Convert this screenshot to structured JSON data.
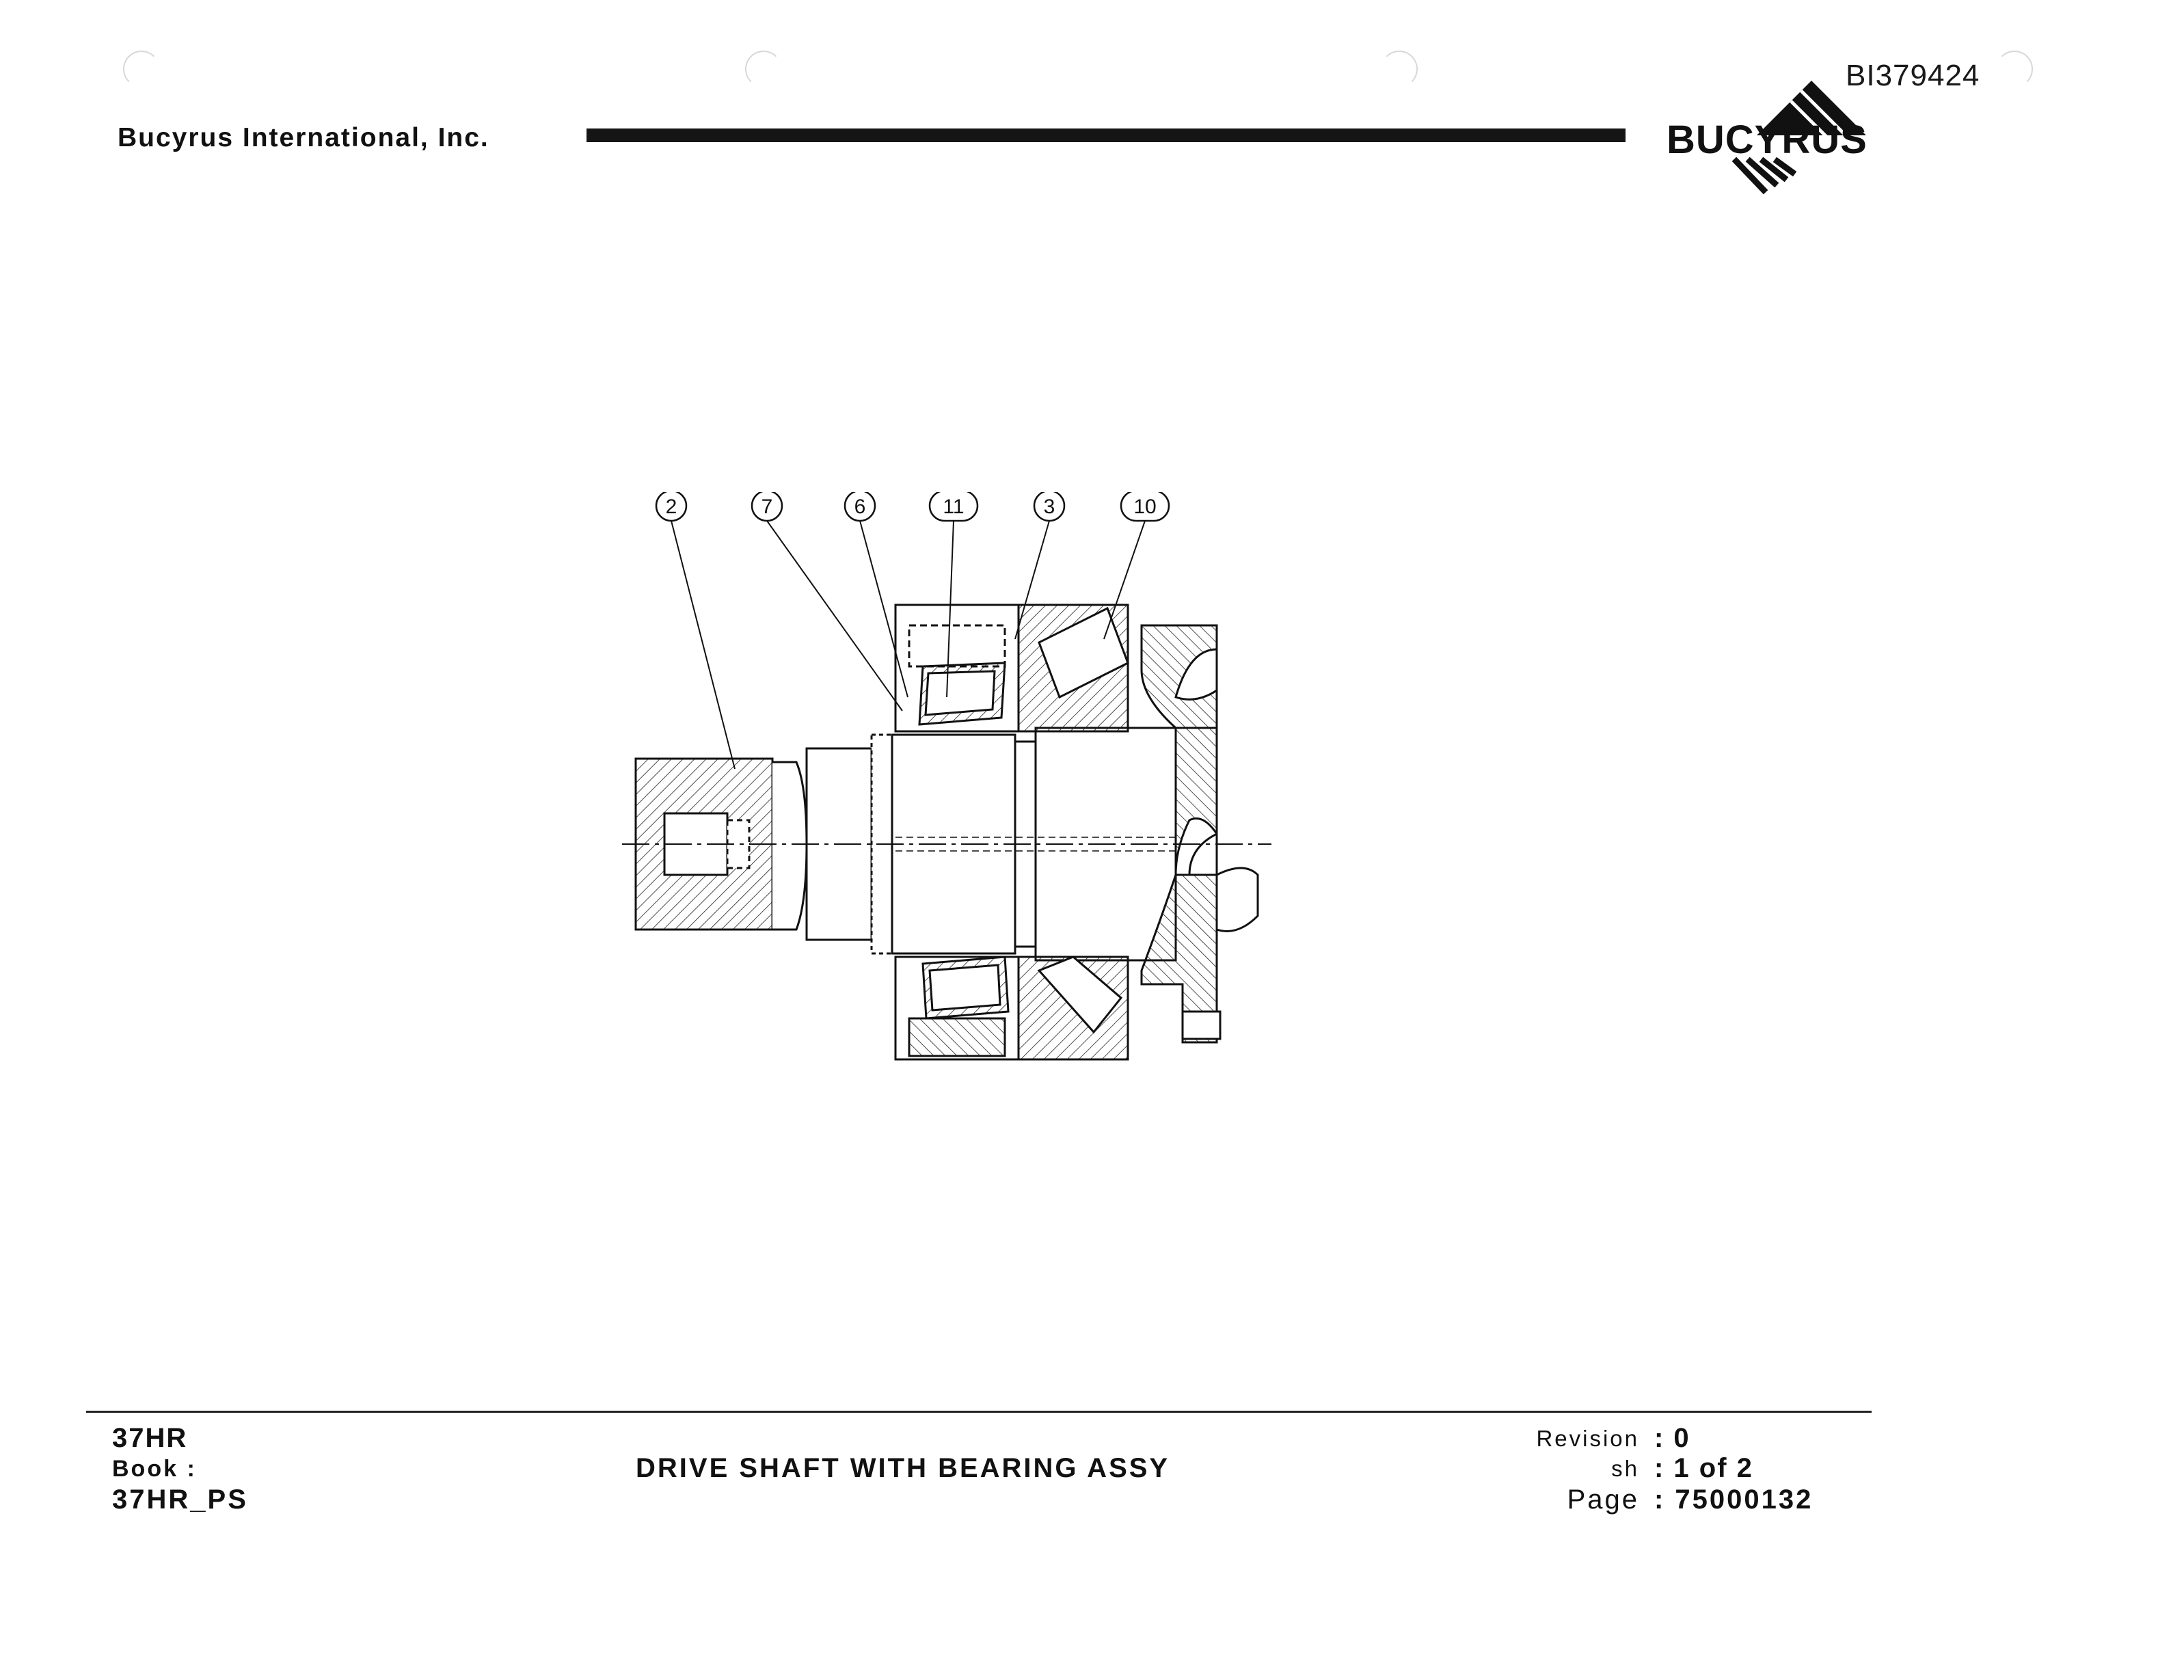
{
  "header": {
    "doc_id": "BI379424",
    "company": "Bucyrus International, Inc.",
    "logo_text": "BUCYRUS"
  },
  "diagram": {
    "callouts": [
      "2",
      "7",
      "6",
      "11",
      "3",
      "10"
    ]
  },
  "footer": {
    "model": "37HR",
    "book_label": "Book :",
    "book_value": "37HR_PS",
    "title": "DRIVE SHAFT WITH BEARING ASSY",
    "revision_label": "Revision",
    "revision_value": ": 0",
    "sheet_label": "sh",
    "sheet_value": ": 1 of 2",
    "page_label": "Page",
    "page_value": ": 75000132"
  },
  "colors": {
    "ink": "#111111",
    "paper": "#ffffff"
  }
}
